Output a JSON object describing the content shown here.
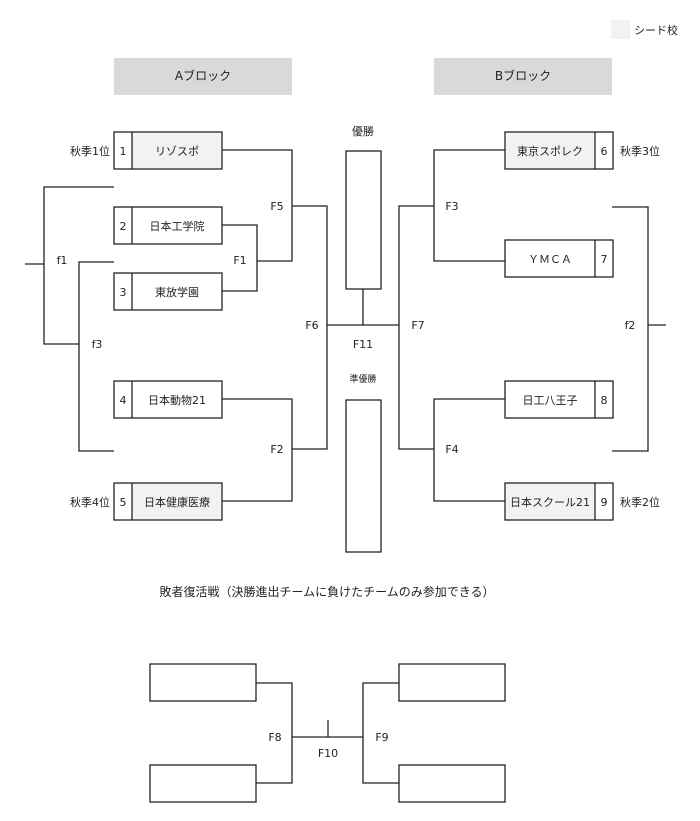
{
  "legend": {
    "label": "シード校",
    "color": "#f2f2f2"
  },
  "blocks": {
    "a": "Aブロック",
    "b": "Bブロック",
    "color": "#d9d9d9"
  },
  "teams": [
    {
      "num": "1",
      "name": "リゾスポ",
      "note": "秋季1位",
      "seed": true
    },
    {
      "num": "2",
      "name": "日本工学院",
      "note": "",
      "seed": false
    },
    {
      "num": "3",
      "name": "東放学園",
      "note": "",
      "seed": false
    },
    {
      "num": "4",
      "name": "日本動物21",
      "note": "",
      "seed": false
    },
    {
      "num": "5",
      "name": "日本健康医療",
      "note": "秋季4位",
      "seed": true
    },
    {
      "num": "6",
      "name": "東京スポレク",
      "note": "秋季3位",
      "seed": true
    },
    {
      "num": "7",
      "name": "ＹＭＣＡ",
      "note": "",
      "seed": false
    },
    {
      "num": "8",
      "name": "日工八王子",
      "note": "",
      "seed": false
    },
    {
      "num": "9",
      "name": "日本スクール21",
      "note": "秋季2位",
      "seed": true
    }
  ],
  "matches": {
    "F1": "F1",
    "F2": "F2",
    "F3": "F3",
    "F4": "F4",
    "F5": "F5",
    "F6": "F6",
    "F7": "F7",
    "F8": "F8",
    "F9": "F9",
    "F10": "F10",
    "F11": "F11",
    "f1": "f1",
    "f2": "f2",
    "f3": "f3"
  },
  "champion_label": "優勝",
  "runnerup_label": "準優勝",
  "consolation_title": "敗者復活戦（決勝進出チームに負けたチームのみ参加できる）"
}
